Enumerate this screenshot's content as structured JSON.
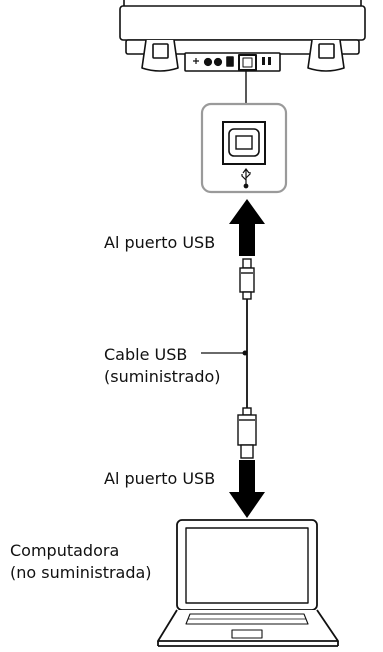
{
  "labels": {
    "to_usb_port_top": "Al puerto USB",
    "cable_line1": "Cable USB",
    "cable_line2": "(suministrado)",
    "to_usb_port_bottom": "Al puerto USB",
    "computer_line1": "Computadora",
    "computer_line2": "(no suministrada)"
  },
  "icons": {
    "turntable": "turntable-rear-view",
    "usb_port": "usb-b-port-icon",
    "usb_symbol": "usb-trident-icon",
    "cable": "usb-cable-icon",
    "computer": "laptop-icon"
  },
  "colors": {
    "line": "#111111",
    "callout_border": "#9a9a9a",
    "arrow": "#000000"
  }
}
